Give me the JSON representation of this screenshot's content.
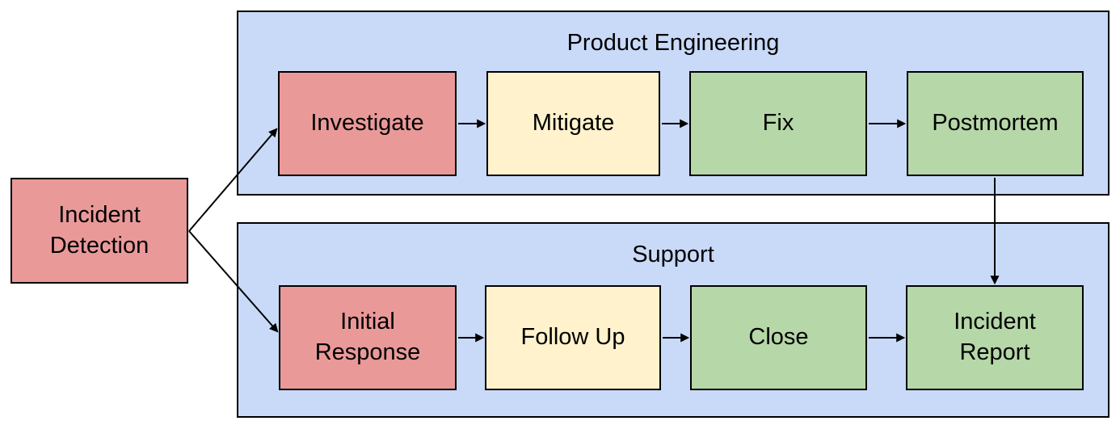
{
  "lanes": {
    "product_engineering": {
      "title": "Product Engineering"
    },
    "support": {
      "title": "Support"
    }
  },
  "nodes": {
    "incident_detection": {
      "label": "Incident Detection",
      "color": "red"
    },
    "investigate": {
      "label": "Investigate",
      "color": "red"
    },
    "mitigate": {
      "label": "Mitigate",
      "color": "yellow"
    },
    "fix": {
      "label": "Fix",
      "color": "green"
    },
    "postmortem": {
      "label": "Postmortem",
      "color": "green"
    },
    "initial_response": {
      "label": "Initial Response",
      "color": "red"
    },
    "follow_up": {
      "label": "Follow Up",
      "color": "yellow"
    },
    "close": {
      "label": "Close",
      "color": "green"
    },
    "incident_report": {
      "label": "Incident Report",
      "color": "green"
    }
  },
  "colors": {
    "red": "#EA9999",
    "yellow": "#FFF2CC",
    "green": "#B6D7A8",
    "lane": "#C9DAF8",
    "border": "#000000",
    "background": "#FFFFFF"
  },
  "edges": [
    {
      "from": "incident_detection",
      "to": "investigate"
    },
    {
      "from": "incident_detection",
      "to": "initial_response"
    },
    {
      "from": "investigate",
      "to": "mitigate"
    },
    {
      "from": "mitigate",
      "to": "fix"
    },
    {
      "from": "fix",
      "to": "postmortem"
    },
    {
      "from": "postmortem",
      "to": "incident_report"
    },
    {
      "from": "initial_response",
      "to": "follow_up"
    },
    {
      "from": "follow_up",
      "to": "close"
    },
    {
      "from": "close",
      "to": "incident_report"
    }
  ]
}
